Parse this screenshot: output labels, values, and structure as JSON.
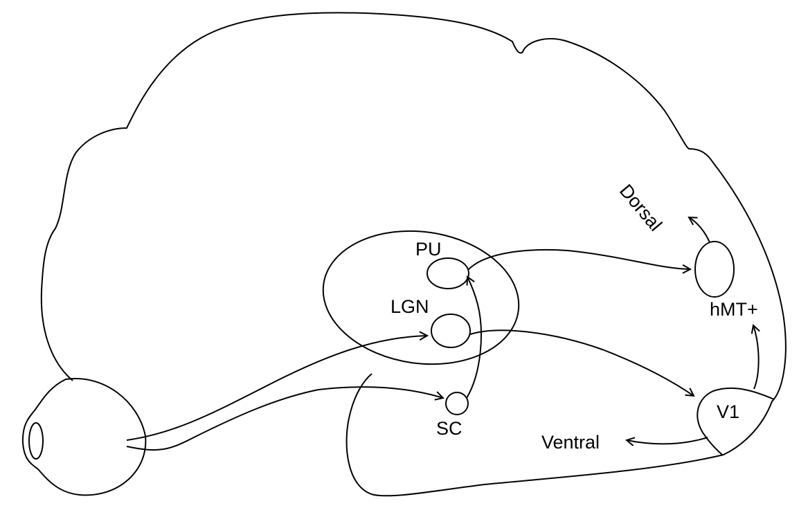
{
  "labels": {
    "pu": "PU",
    "lgn": "LGN",
    "sc": "SC",
    "hmt": "hMT+",
    "v1": "V1",
    "ventral": "Ventral",
    "dorsal": "Dorsal"
  }
}
